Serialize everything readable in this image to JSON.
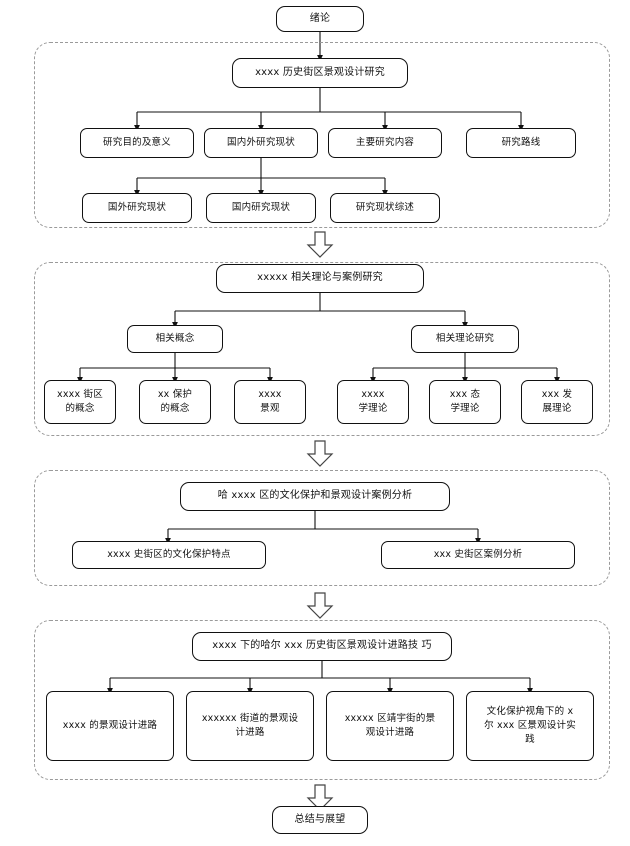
{
  "diagram": {
    "title": "研究技术路线图",
    "type": "flowchart",
    "orientation": "top-to-bottom",
    "style": {
      "node_border": "#111111",
      "node_fill": "#ffffff",
      "section_border": "#9a9a9a",
      "connector": "#111111",
      "background": "#ffffff"
    }
  },
  "top": {
    "label": "绪论"
  },
  "section1": {
    "root": "xxxx 历史街区景观设计研究",
    "level2": [
      {
        "label": "研究目的及意义"
      },
      {
        "label": "国内外研究现状"
      },
      {
        "label": "主要研究内容"
      },
      {
        "label": "研究路线"
      }
    ],
    "level3": [
      {
        "label": "国外研究现状"
      },
      {
        "label": "国内研究现状"
      },
      {
        "label": "研究现状综述"
      }
    ]
  },
  "section2": {
    "root": "xxxxx 相关理论与案例研究",
    "level2": [
      {
        "label": "相关概念"
      },
      {
        "label": "相关理论研究"
      }
    ],
    "level3_left": [
      {
        "line1": "xxxx 街区",
        "line2": "的概念"
      },
      {
        "line1": "xx 保护",
        "line2": "的概念"
      },
      {
        "line1": "xxxx",
        "line2": "景观"
      }
    ],
    "level3_right": [
      {
        "line1": "xxxx",
        "line2": "学理论"
      },
      {
        "line1": "xxx 态",
        "line2": "学理论"
      },
      {
        "line1": "xxx 发",
        "line2": "展理论"
      }
    ]
  },
  "section3": {
    "root": "哈 xxxx 区的文化保护和景观设计案例分析",
    "level2": [
      {
        "label": "xxxx 史街区的文化保护特点"
      },
      {
        "label": "xxx 史街区案例分析"
      }
    ]
  },
  "section4": {
    "root": "xxxx 下的哈尔 xxx 历史街区景观设计进路技 巧",
    "level2": [
      {
        "line1": "xxxx 的景观设计进路",
        "line2": "",
        "line3": ""
      },
      {
        "line1": "xxxxxx 街道的景观设",
        "line2": "计进路",
        "line3": ""
      },
      {
        "line1": "xxxxx 区靖宇街的景",
        "line2": "观设计进路",
        "line3": ""
      },
      {
        "line1": "文化保护视角下的 x",
        "line2": "尔 xxx 区景观设计实",
        "line3": "践"
      }
    ]
  },
  "bottom": {
    "label": "总结与展望"
  },
  "connectors": {
    "arrow_1_2": "down-block-arrow",
    "arrow_2_3": "down-block-arrow",
    "arrow_3_4": "down-block-arrow",
    "arrow_4_end": "down-block-arrow"
  }
}
